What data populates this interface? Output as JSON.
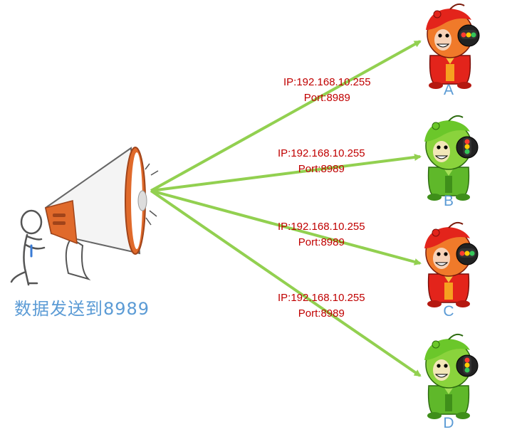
{
  "sender": {
    "caption": "数据发送到8989"
  },
  "labels": [
    {
      "ip": "IP:192.168.10.255",
      "port": "Port:8989"
    },
    {
      "ip": "IP:192.168.10.255",
      "port": "Port:8989"
    },
    {
      "ip": "IP:192.168.10.255",
      "port": "Port:8989"
    },
    {
      "ip": "IP:192.168.10.255",
      "port": "Port:8989"
    }
  ],
  "receivers": [
    {
      "letter": "A",
      "theme": "red"
    },
    {
      "letter": "B",
      "theme": "green"
    },
    {
      "letter": "C",
      "theme": "red"
    },
    {
      "letter": "D",
      "theme": "green"
    }
  ],
  "colors": {
    "arrow": "#92d050",
    "label": "#c00000",
    "caption": "#5b9bd5",
    "megaphone_accent": "#e06a2b",
    "red_mascot": "#e3241b",
    "green_mascot": "#6bc72a"
  }
}
